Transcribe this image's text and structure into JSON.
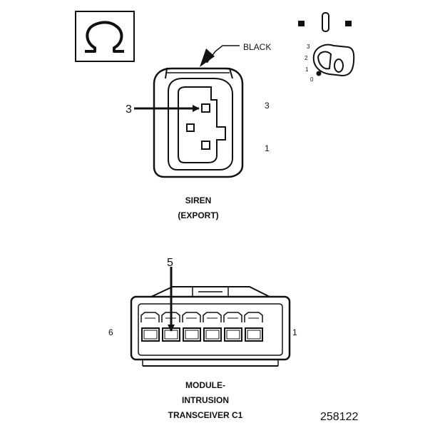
{
  "colors": {
    "ink": "#111111",
    "background": "#ffffff"
  },
  "icons": {
    "ohm_symbol": "ohm-icon",
    "ignition_key": "ignition-key-icon"
  },
  "siren_connector": {
    "color_label": "BLACK",
    "callout_pin": "3",
    "pin_label_top": "3",
    "pin_label_bottom": "1",
    "title_line1": "SIREN",
    "title_line2": "(EXPORT)"
  },
  "ignition_key": {
    "positions": [
      "3",
      "2",
      "1",
      "0"
    ]
  },
  "module_connector": {
    "callout_pin": "5",
    "pin_label_left": "6",
    "pin_label_right": "1",
    "title_line1": "MODULE-",
    "title_line2": "INTRUSION",
    "title_line3": "TRANSCEIVER C1"
  },
  "figure_number": "258122"
}
